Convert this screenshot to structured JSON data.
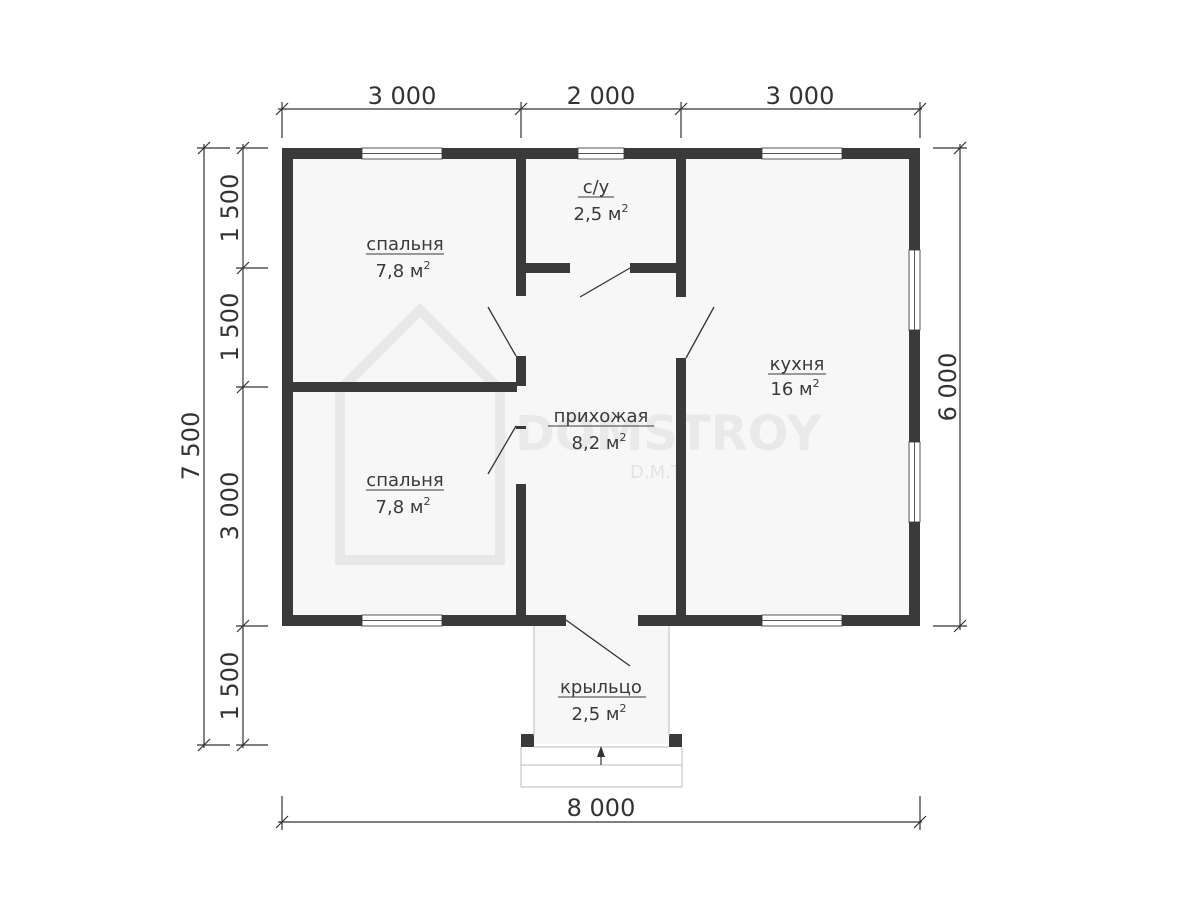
{
  "dimensions": {
    "top": [
      "3 000",
      "2 000",
      "3 000"
    ],
    "bottom": "8 000",
    "left_parts": [
      "1 500",
      "1 500",
      "3 000",
      "1 500"
    ],
    "left_total": "7 500",
    "right": "6 000"
  },
  "rooms": {
    "bedroom1": {
      "name": "спальня",
      "area": "7,8 м",
      "unit_sup": "2"
    },
    "bedroom2": {
      "name": "спальня",
      "area": "7,8 м",
      "unit_sup": "2"
    },
    "bathroom": {
      "name": "с/у",
      "area": "2,5 м",
      "unit_sup": "2"
    },
    "hallway": {
      "name": "прихожая",
      "area": "8,2 м",
      "unit_sup": "2"
    },
    "kitchen": {
      "name": "кухня",
      "area": "16 м",
      "unit_sup": "2"
    },
    "porch": {
      "name": "крыльцо",
      "area": "2,5 м",
      "unit_sup": "2"
    }
  },
  "watermark": {
    "brand": "DOMSTROY",
    "sub": "D.M.T"
  },
  "colors": {
    "wall": "#3a3a3a",
    "floor": "#f7f7f7",
    "line": "#333333"
  }
}
